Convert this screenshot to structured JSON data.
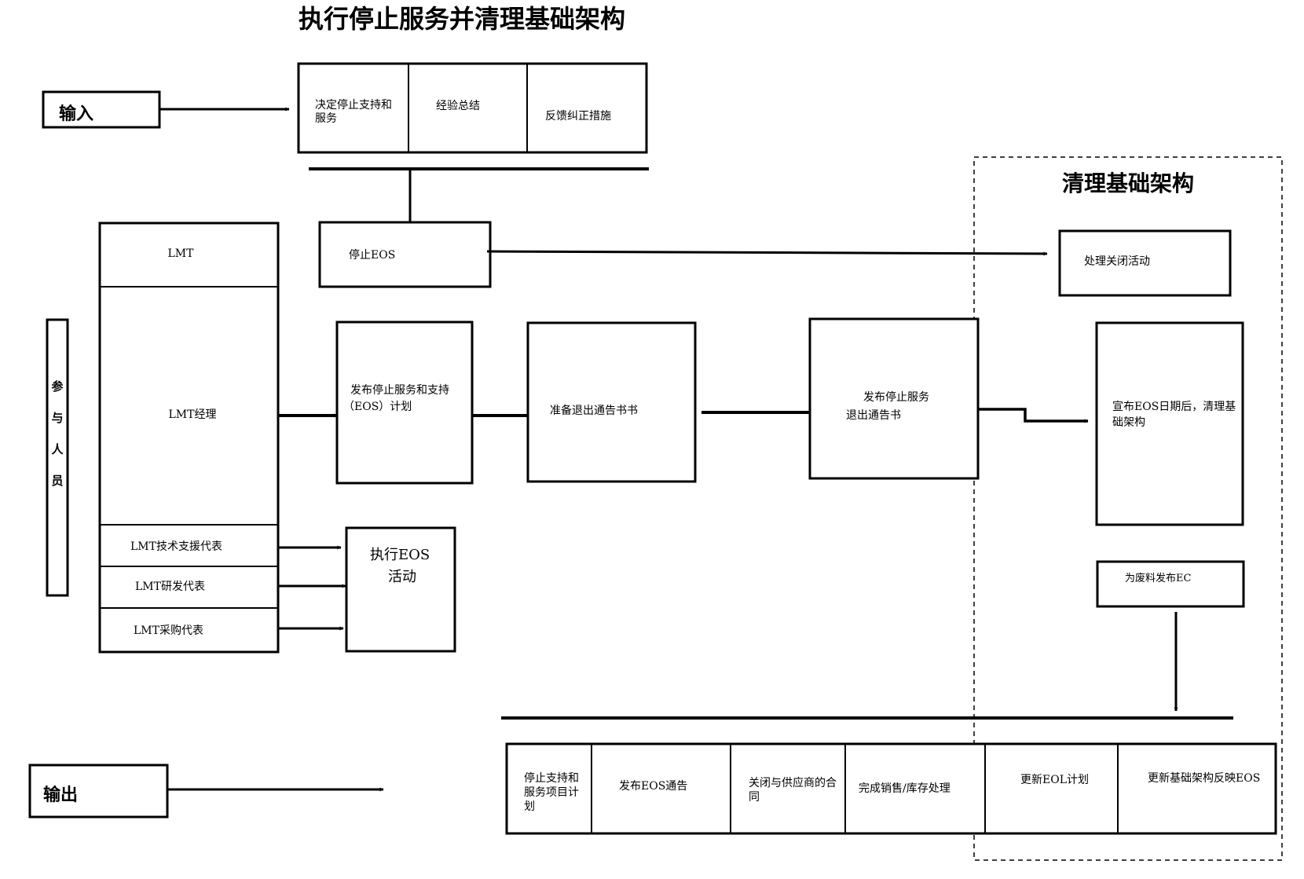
{
  "title": "执行停止服务并清理基础架构",
  "cleanup_title": "清理基础架构",
  "input_label": "输入",
  "output_label": "输出",
  "participants_label": [
    "参",
    "与",
    "人",
    "员"
  ],
  "inputs": [
    [
      "决定停止支持和",
      "服务"
    ],
    [
      "经验总结"
    ],
    [
      "反馈纠正措施"
    ]
  ],
  "lmt": {
    "header": "LMT",
    "manager": "LMT经理",
    "tech_support": "LMT技术支援代表",
    "rnd": "LMT研发代表",
    "purchasing": "LMT采购代表"
  },
  "stop_eos": "停止EOS",
  "publish_plan": [
    "发布停止服务和支持",
    "（EOS）计划"
  ],
  "prepare_notice": "准备退出通告书书",
  "publish_notice": [
    "发布停止服务",
    "退出通告书"
  ],
  "execute_eos": [
    "执行EOS",
    "活动"
  ],
  "close_activities": "处理关闭活动",
  "announce_cleanup": [
    "宣布EOS日期后，清理基",
    "础架构"
  ],
  "scrap_ec": "为废料发布EC",
  "outputs": [
    [
      "停止支持和",
      "服务项目计",
      "划"
    ],
    [
      "发布EOS通告"
    ],
    [
      "关闭与供应商的合",
      "同"
    ],
    [
      "完成销售/库存处理"
    ],
    [
      "更新EOL计划"
    ],
    [
      "更新基础架构反映EOS"
    ]
  ]
}
